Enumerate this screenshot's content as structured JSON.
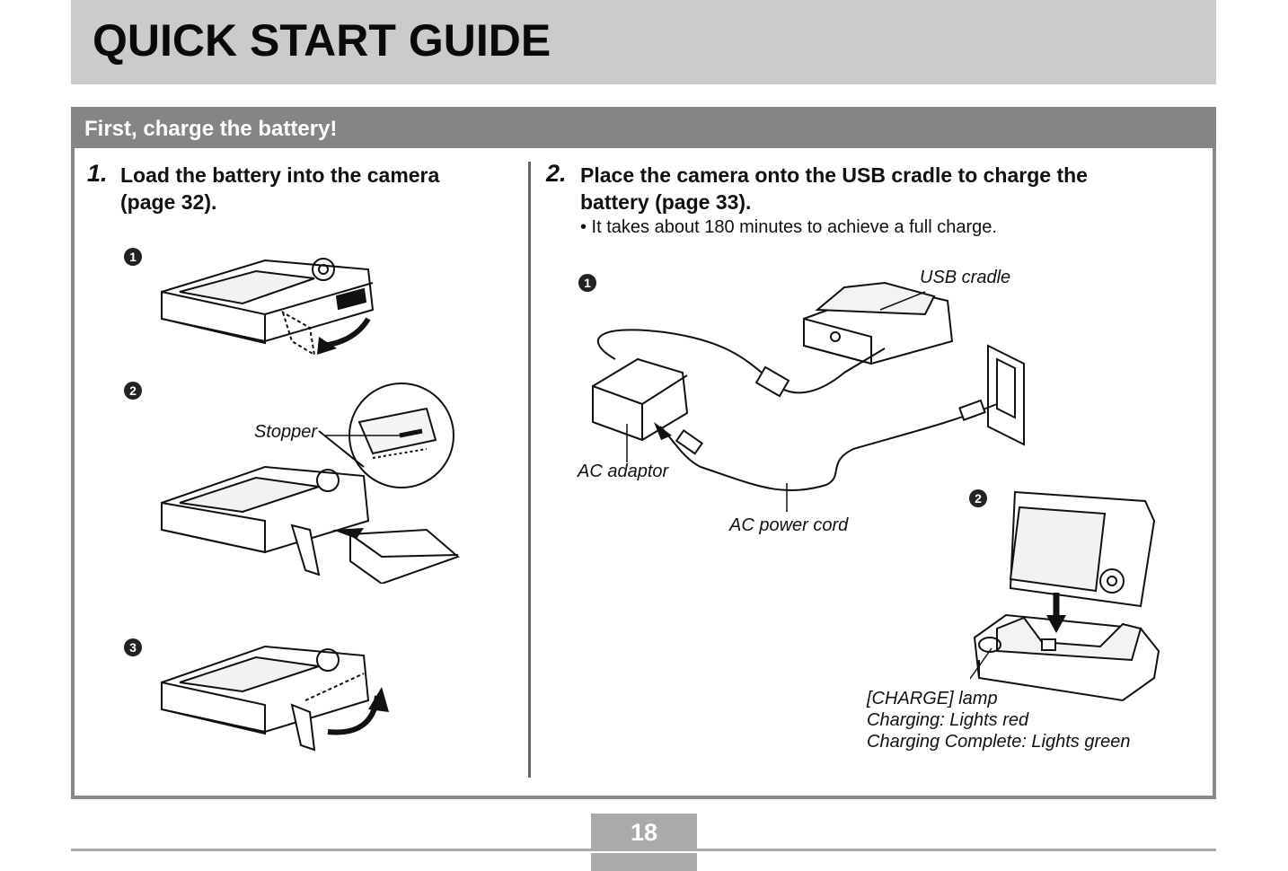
{
  "header": {
    "title": "QUICK START GUIDE"
  },
  "section": {
    "title": "First, charge the battery!"
  },
  "step1": {
    "number": "1.",
    "text_line1": "Load the battery into the camera",
    "text_line2": "(page 32).",
    "markers": [
      "1",
      "2",
      "3"
    ],
    "stopper_label": "Stopper"
  },
  "step2": {
    "number": "2.",
    "text_line1": "Place the camera onto the USB cradle to charge the",
    "text_line2": "battery (page 33).",
    "bullet": "•  It takes about 180 minutes to achieve a full charge.",
    "markers": [
      "1",
      "2"
    ],
    "usb_cradle_label": "USB cradle",
    "ac_adaptor_label": "AC adaptor",
    "ac_power_cord_label": "AC power cord",
    "charge_lamp": "[CHARGE] lamp",
    "charging": "Charging: Lights red",
    "charging_complete": "Charging Complete: Lights green"
  },
  "footer": {
    "page_number": "18"
  }
}
